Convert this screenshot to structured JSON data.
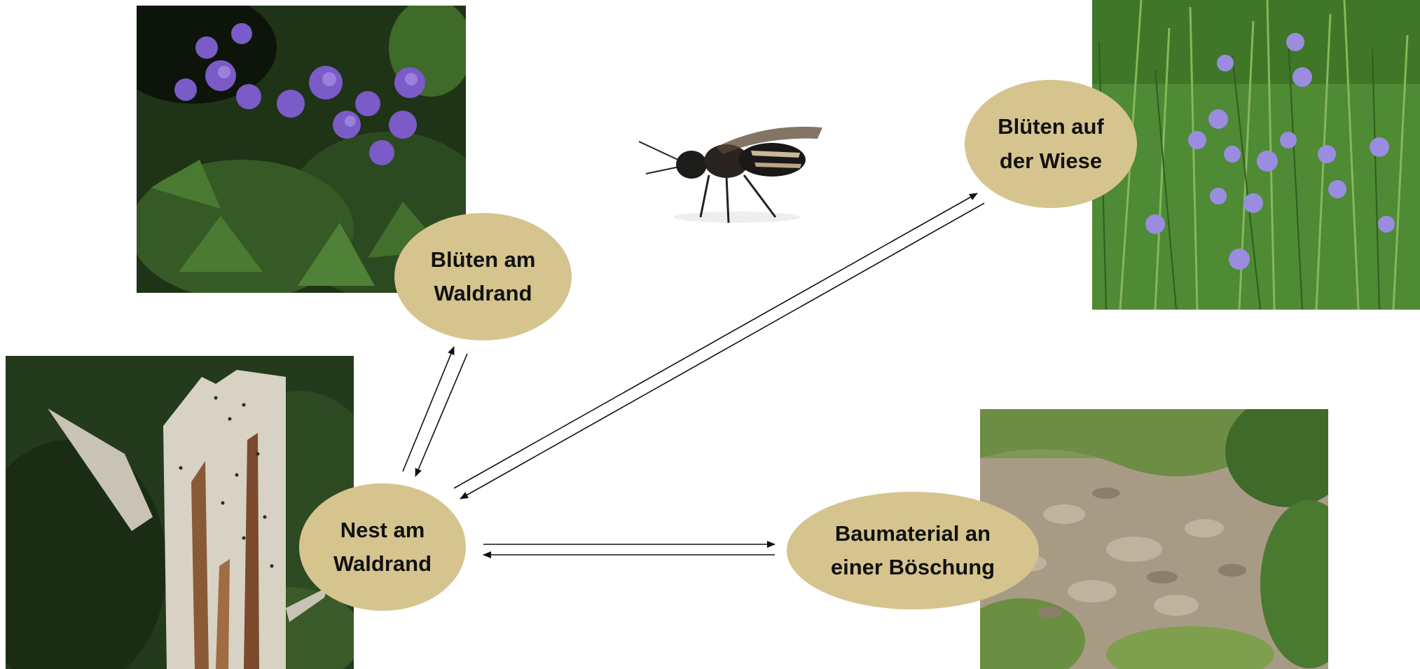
{
  "nodes": {
    "waldrand_blueten": "Blüten am\nWaldrand",
    "wiese_blueten": "Blüten auf\nder Wiese",
    "nest": "Nest  am\nWaldrand",
    "baumaterial": "Baumaterial an\neiner Böschung"
  },
  "colors": {
    "node_fill": "#d6c48f",
    "arrow": "#111111"
  },
  "images": [
    "bellflowers-forest-edge-photo",
    "bellflowers-meadow-photo",
    "dead-tree-trunk-photo",
    "slope-embankment-photo",
    "bee-photo"
  ]
}
